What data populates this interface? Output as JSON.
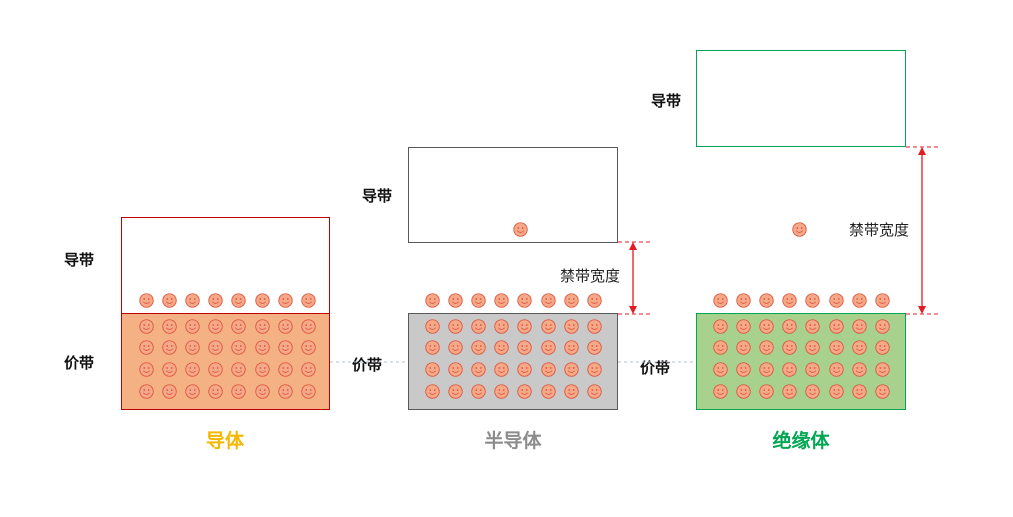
{
  "materials": [
    {
      "name": "导体",
      "name_color": "#f5b800",
      "conduction_band_label": "导带",
      "valence_band_label": "价带",
      "valence_fill": "#f4b183",
      "conduction_border": "#c00000",
      "valence_border": "#c00000"
    },
    {
      "name": "半导体",
      "name_color": "#8c8c8c",
      "conduction_band_label": "导带",
      "valence_band_label": "价带",
      "gap_label": "禁带宽度",
      "valence_fill": "#c9c9c9",
      "conduction_border": "#595959",
      "valence_border": "#595959"
    },
    {
      "name": "绝缘体",
      "name_color": "#00a651",
      "conduction_band_label": "导带",
      "valence_band_label": "价带",
      "gap_label": "禁带宽度",
      "valence_fill": "#a9d18e",
      "conduction_border": "#00a651",
      "valence_border": "#00a651"
    }
  ],
  "colors": {
    "electron_fill": "#f4a989",
    "electron_stroke": "#e0503a",
    "gap_marker": "#e31b23"
  },
  "icons": {
    "electron": "smiley-face-icon"
  }
}
